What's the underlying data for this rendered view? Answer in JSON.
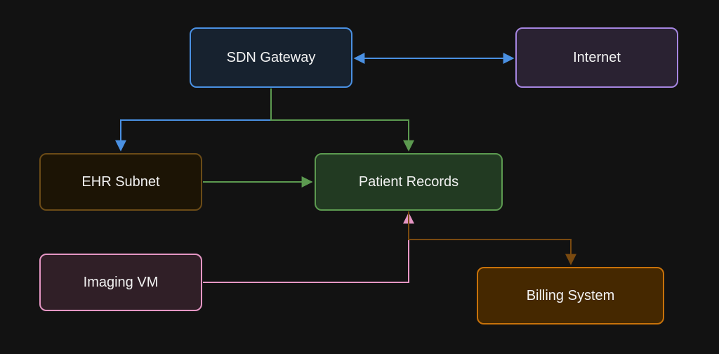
{
  "nodes": {
    "sdn_gateway": "SDN Gateway",
    "internet": "Internet",
    "ehr_subnet": "EHR Subnet",
    "patient_records": "Patient Records",
    "imaging_vm": "Imaging VM",
    "billing_system": "Billing System"
  },
  "colors": {
    "background": "#121212",
    "blue": "#4a90e2",
    "green": "#5c9a50",
    "purple": "#a585e0",
    "pink": "#e596c4",
    "brown": "#7a4a10",
    "orange": "#c8720a"
  }
}
